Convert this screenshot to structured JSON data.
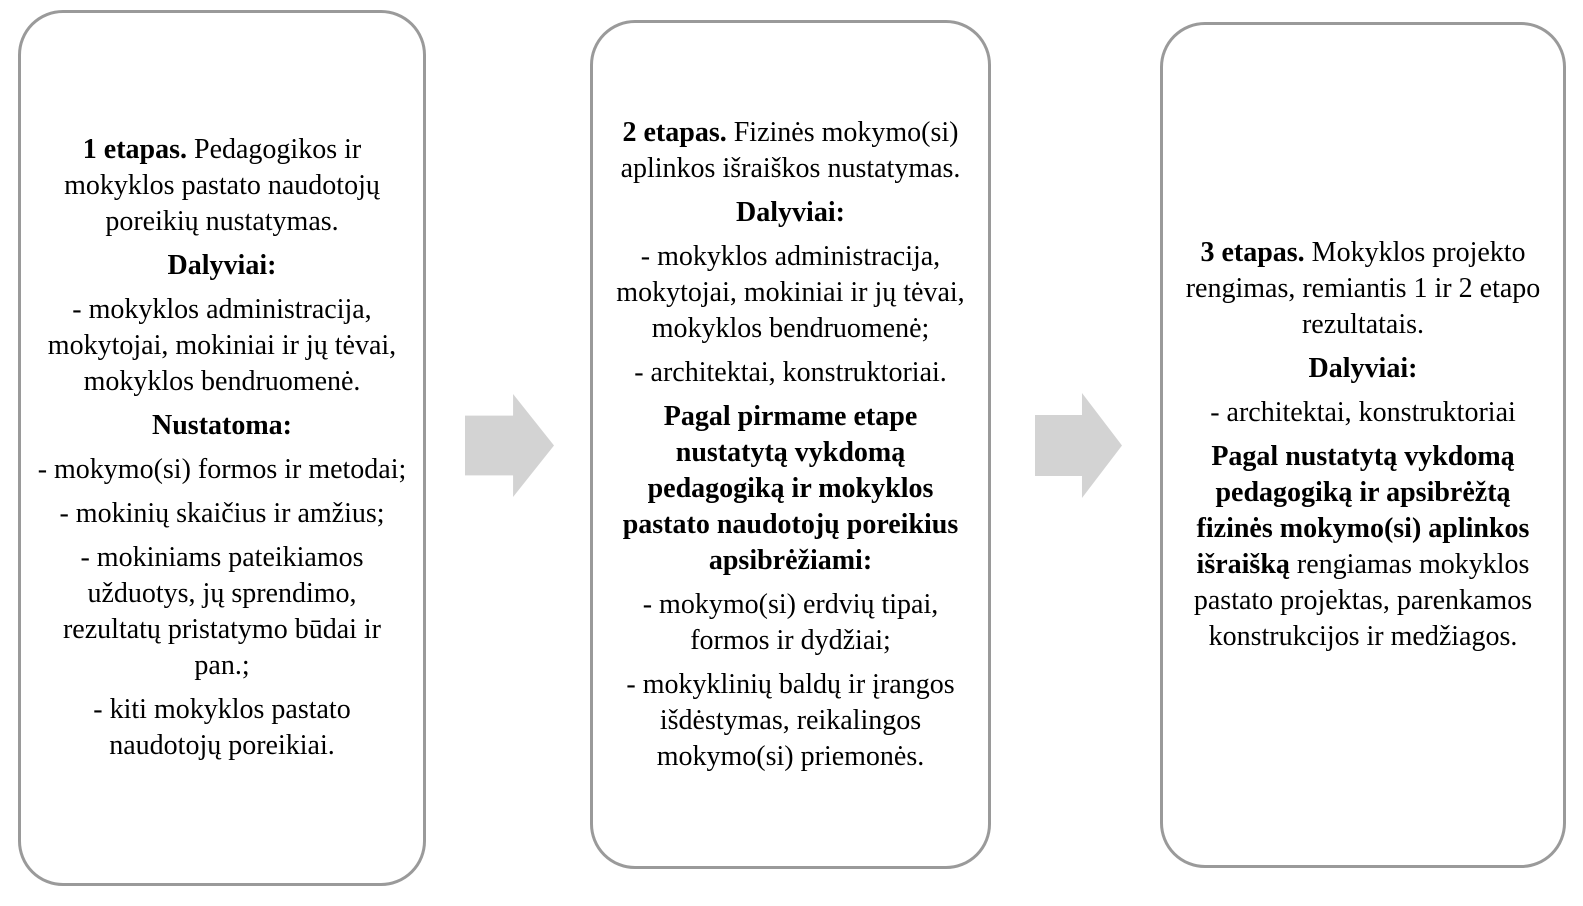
{
  "colors": {
    "box_border": "#9a9a9a",
    "arrow_fill": "#d3d3d3",
    "text": "#000000",
    "background": "#ffffff"
  },
  "stages": [
    {
      "title_bold": "1 etapas.",
      "title_rest": " Pedagogikos ir mokyklos pastato naudotojų poreikių nustatymas.",
      "participants_heading": "Dalyviai:",
      "participants": [
        "- mokyklos administracija, mokytojai, mokiniai ir jų tėvai, mokyklos bendruomenė."
      ],
      "second_heading": "Nustatoma:",
      "items": [
        "- mokymo(si) formos ir metodai;",
        "- mokinių skaičius ir amžius;",
        "- mokiniams pateikiamos užduotys, jų sprendimo, rezultatų pristatymo būdai ir pan.;",
        "- kiti mokyklos pastato naudotojų poreikiai."
      ]
    },
    {
      "title_bold": "2 etapas.",
      "title_rest": " Fizinės mokymo(si) aplinkos išraiškos nustatymas.",
      "participants_heading": "Dalyviai:",
      "participants": [
        "- mokyklos administracija, mokytojai, mokiniai ir jų tėvai, mokyklos bendruomenė;",
        "- architektai, konstruktoriai."
      ],
      "second_heading": "Pagal pirmame etape nustatytą vykdomą pedagogiką ir mokyklos pastato naudotojų poreikius apsibrėžiami:",
      "items": [
        "- mokymo(si) erdvių tipai, formos ir dydžiai;",
        "- mokyklinių baldų ir įrangos išdėstymas, reikalingos mokymo(si) priemonės."
      ]
    },
    {
      "title_bold": "3 etapas.",
      "title_rest": " Mokyklos projekto rengimas, remiantis 1 ir 2 etapo rezultatais.",
      "participants_heading": "Dalyviai:",
      "participants": [
        "- architektai, konstruktoriai"
      ],
      "closing_bold": "Pagal nustatytą vykdomą pedagogiką ir apsibrėžtą fizinės mokymo(si) aplinkos išraišką",
      "closing_rest": " rengiamas mokyklos pastato projektas, parenkamos konstrukcijos ir medžiagos."
    }
  ]
}
